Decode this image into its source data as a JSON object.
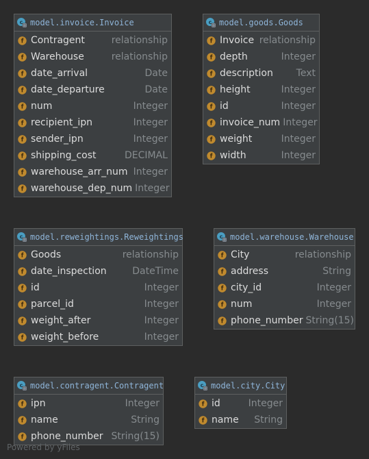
{
  "entities": {
    "invoice": {
      "title": "model.invoice.Invoice",
      "fields": [
        {
          "name": "Contragent",
          "type": "relationship"
        },
        {
          "name": "Warehouse",
          "type": "relationship"
        },
        {
          "name": "date_arrival",
          "type": "Date"
        },
        {
          "name": "date_departure",
          "type": "Date"
        },
        {
          "name": "num",
          "type": "Integer"
        },
        {
          "name": "recipient_ipn",
          "type": "Integer"
        },
        {
          "name": "sender_ipn",
          "type": "Integer"
        },
        {
          "name": "shipping_cost",
          "type": "DECIMAL"
        },
        {
          "name": "warehouse_arr_num",
          "type": "Integer"
        },
        {
          "name": "warehouse_dep_num",
          "type": "Integer"
        }
      ]
    },
    "goods": {
      "title": "model.goods.Goods",
      "fields": [
        {
          "name": "Invoice",
          "type": "relationship"
        },
        {
          "name": "depth",
          "type": "Integer"
        },
        {
          "name": "description",
          "type": "Text"
        },
        {
          "name": "height",
          "type": "Integer"
        },
        {
          "name": "id",
          "type": "Integer"
        },
        {
          "name": "invoice_num",
          "type": "Integer"
        },
        {
          "name": "weight",
          "type": "Integer"
        },
        {
          "name": "width",
          "type": "Integer"
        }
      ]
    },
    "reweightings": {
      "title": "model.reweightings.Reweightings",
      "fields": [
        {
          "name": "Goods",
          "type": "relationship"
        },
        {
          "name": "date_inspection",
          "type": "DateTime"
        },
        {
          "name": "id",
          "type": "Integer"
        },
        {
          "name": "parcel_id",
          "type": "Integer"
        },
        {
          "name": "weight_after",
          "type": "Integer"
        },
        {
          "name": "weight_before",
          "type": "Integer"
        }
      ]
    },
    "warehouse": {
      "title": "model.warehouse.Warehouse",
      "fields": [
        {
          "name": "City",
          "type": "relationship"
        },
        {
          "name": "address",
          "type": "String"
        },
        {
          "name": "city_id",
          "type": "Integer"
        },
        {
          "name": "num",
          "type": "Integer"
        },
        {
          "name": "phone_number",
          "type": "String(15)"
        }
      ]
    },
    "contragent": {
      "title": "model.contragent.Contragent",
      "fields": [
        {
          "name": "ipn",
          "type": "Integer"
        },
        {
          "name": "name",
          "type": "String"
        },
        {
          "name": "phone_number",
          "type": "String(15)"
        }
      ]
    },
    "city": {
      "title": "model.city.City",
      "fields": [
        {
          "name": "id",
          "type": "Integer"
        },
        {
          "name": "name",
          "type": "String"
        }
      ]
    }
  },
  "icons": {
    "class_icon": "class-icon",
    "field_icon": "field-icon"
  },
  "colors": {
    "background": "#2b2b2b",
    "card": "#3c3f41",
    "title": "#8fb5d9",
    "field_name": "#dcdcdc",
    "field_type": "#868b8e",
    "field_icon": "#c08a2e",
    "class_icon": "#4a9ec2"
  },
  "footer": "Powered by yFiles"
}
